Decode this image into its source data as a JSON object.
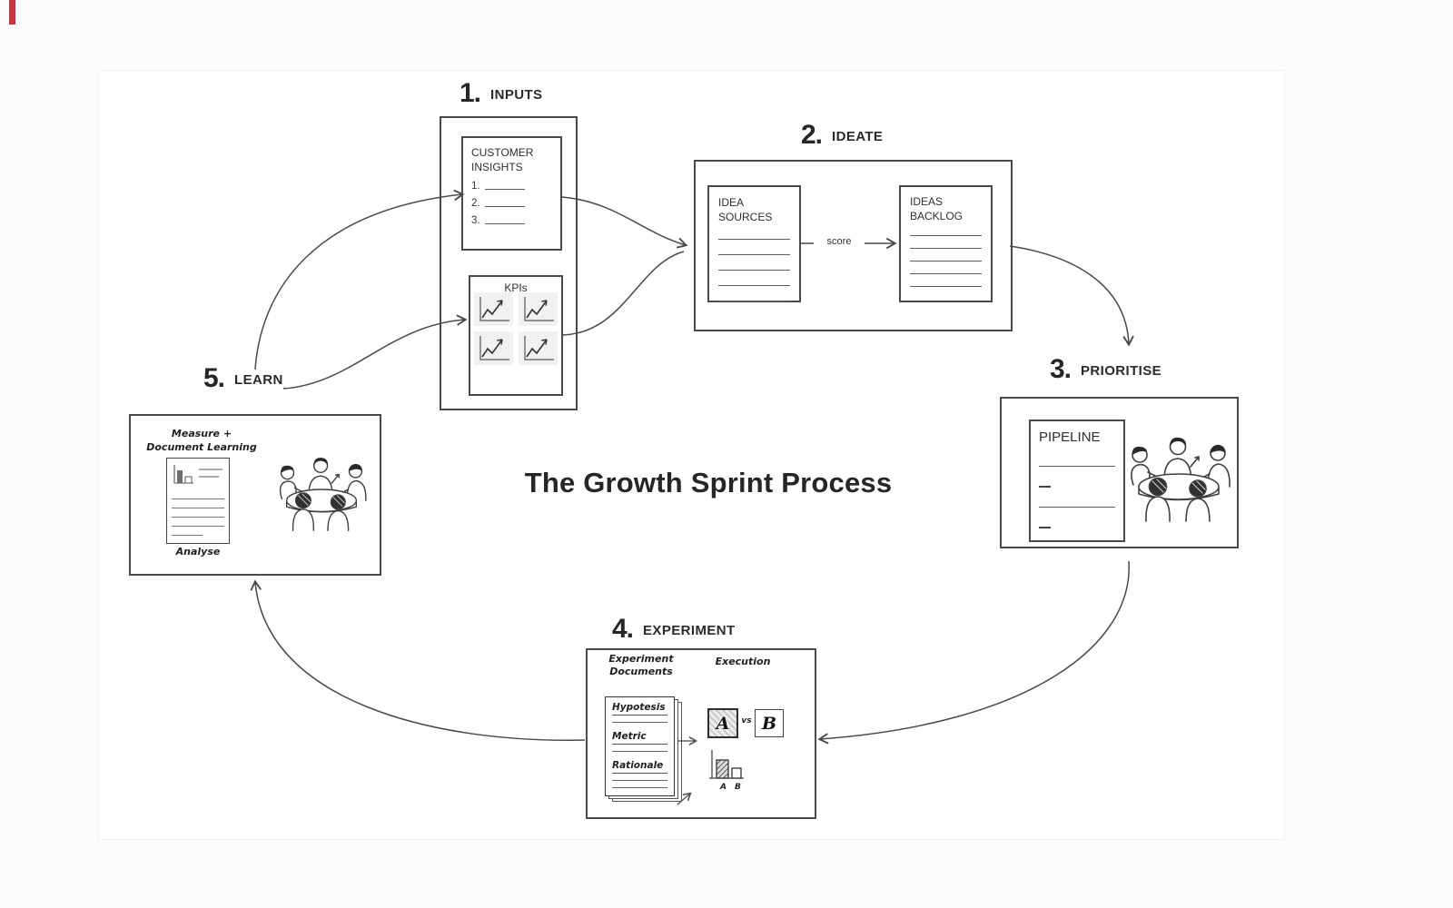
{
  "title": "The Growth Sprint Process",
  "colors": {
    "ink": "#4a4a4a",
    "corner_accent": "#c2383e"
  },
  "stages": [
    {
      "number": "1.",
      "label": "INPUTS",
      "customer_insights": {
        "title": "CUSTOMER INSIGHTS",
        "items": [
          "1.",
          "2.",
          "3."
        ]
      },
      "kpis": {
        "title": "KPIs"
      }
    },
    {
      "number": "2.",
      "label": "IDEATE",
      "idea_sources": {
        "title": "IDEA SOURCES"
      },
      "ideas_backlog": {
        "title": "IDEAS BACKLOG"
      },
      "score_label": "score"
    },
    {
      "number": "3.",
      "label": "PRIORITISE",
      "pipeline": {
        "title": "PIPELINE"
      }
    },
    {
      "number": "4.",
      "label": "EXPERIMENT",
      "documents_title": "Experiment Documents",
      "execution_title": "Execution",
      "document_fields": [
        "Hypotesis",
        "Metric",
        "Rationale"
      ],
      "variant_a": "A",
      "vs_label": "vs",
      "variant_b": "B",
      "chart_labels": [
        "A",
        "B"
      ]
    },
    {
      "number": "5.",
      "label": "LEARN",
      "document_title": "Measure + Document Learning",
      "document_caption": "Analyse"
    }
  ]
}
